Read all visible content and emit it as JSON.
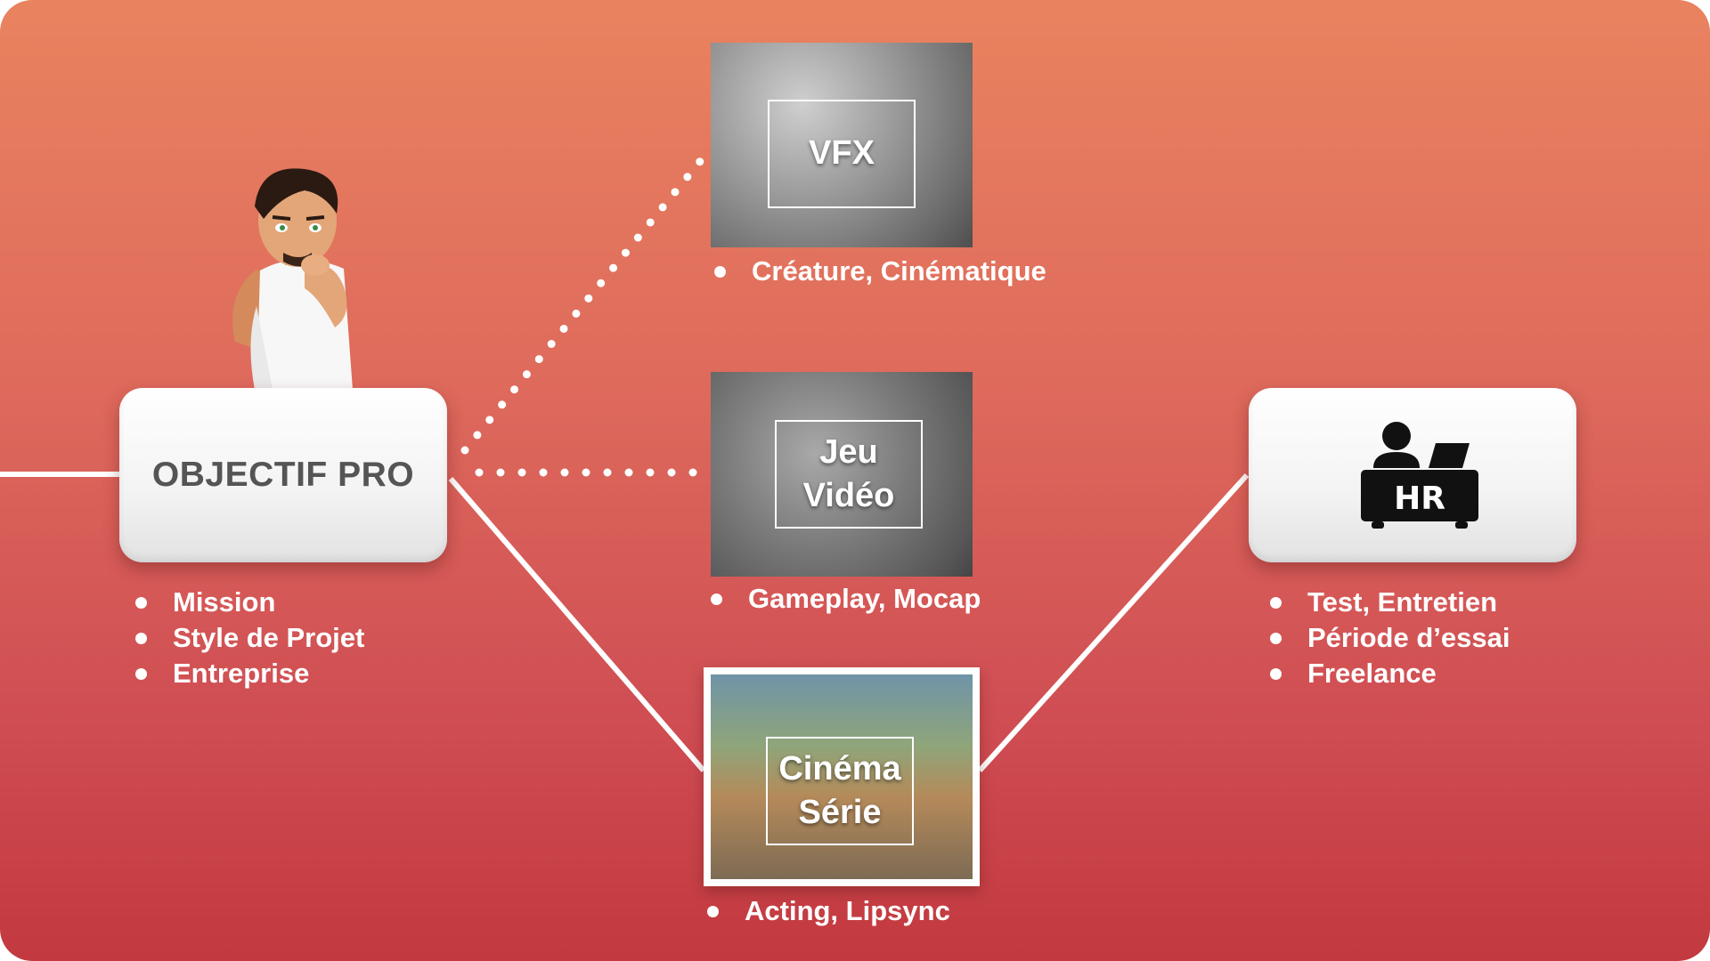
{
  "colors": {
    "background_top": "#e9835f",
    "background_bottom": "#c2393f",
    "card": "#f3f3f3",
    "card_title": "#555555",
    "text": "#ffffff",
    "icon": "#111111"
  },
  "objectif": {
    "title": "OBJECTIF PRO",
    "bullets": [
      "Mission",
      "Style de Projet",
      "Entreprise"
    ]
  },
  "branches": {
    "vfx": {
      "label_lines": [
        "VFX"
      ],
      "bullets": [
        "Créature, Cinématique"
      ]
    },
    "jeu": {
      "label_lines": [
        "Jeu",
        "Vidéo"
      ],
      "bullets": [
        "Gameplay, Mocap"
      ]
    },
    "cinema": {
      "label_lines": [
        "Cinéma",
        "Série"
      ],
      "bullets": [
        "Acting, Lipsync"
      ]
    }
  },
  "hr": {
    "icon_name": "recruiter-desk-icon",
    "icon_text": "HR",
    "bullets": [
      "Test, Entretien",
      "Période d’essai",
      "Freelance"
    ]
  },
  "character": {
    "icon_name": "thinking-person-illustration"
  }
}
